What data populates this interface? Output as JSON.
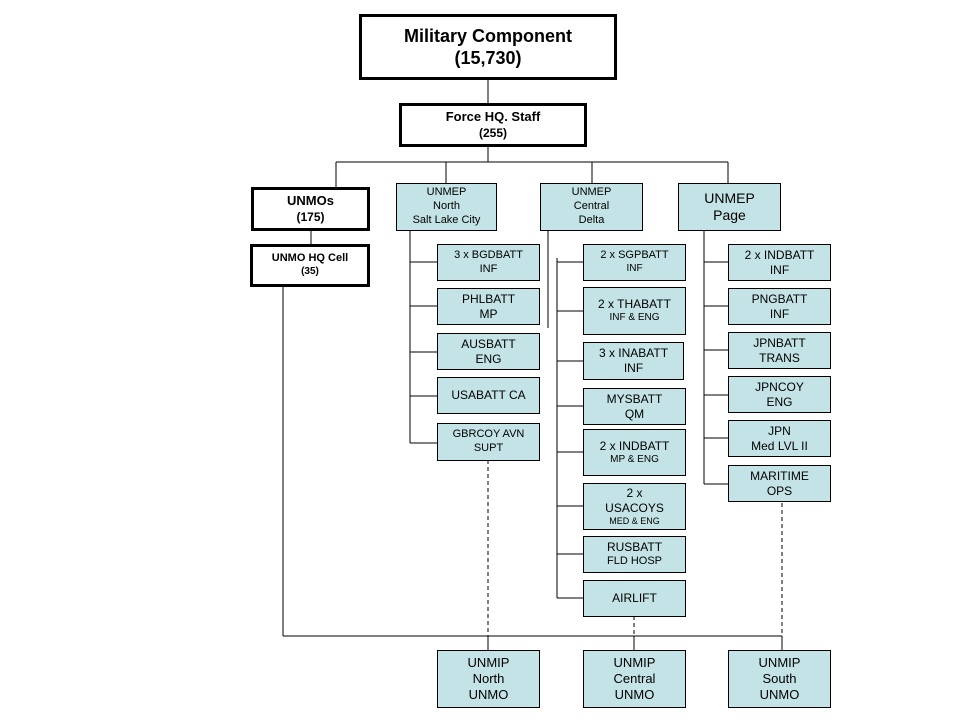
{
  "top": {
    "title": "Military Component",
    "count": "(15,730)"
  },
  "force_hq": {
    "title": "Force HQ. Staff",
    "count": "(255)"
  },
  "unmos": {
    "title": "UNMOs",
    "count": "(175)"
  },
  "unmo_hq_cell": {
    "title": "UNMO HQ Cell",
    "count": "(35)"
  },
  "unmep_north": {
    "lines": [
      "UNMEP",
      "North",
      "Salt Lake  City"
    ]
  },
  "unmep_central": {
    "lines": [
      "UNMEP",
      "Central",
      "Delta"
    ]
  },
  "unmep_page": {
    "lines": [
      "UNMEP",
      "Page"
    ]
  },
  "north_units": [
    {
      "line1": "3 x  BGDBATT",
      "line2": "INF"
    },
    {
      "line1": "PHLBATT",
      "line2": "MP"
    },
    {
      "line1": "AUSBATT",
      "line2": "ENG"
    },
    {
      "line1": "USABATT  CA",
      "line2": ""
    },
    {
      "line1": "GBRCOY  AVN",
      "line2": "SUPT"
    }
  ],
  "central_units": [
    {
      "line1": "2 x SGPBATT",
      "line2": "INF"
    },
    {
      "line1": "2 x THABATT",
      "line2": "INF & ENG"
    },
    {
      "line1": "3 x INABATT",
      "line2": "INF"
    },
    {
      "line1": "MYSBATT",
      "line2": "QM"
    },
    {
      "line1": "2 x INDBATT",
      "line2": "MP & ENG"
    },
    {
      "line1": "2 x",
      "line2": "USACOYS",
      "line3": "MED & ENG"
    },
    {
      "line1": "RUSBATT",
      "line2": "FLD HOSP"
    },
    {
      "line1": "AIRLIFT",
      "line2": ""
    }
  ],
  "page_units": [
    {
      "line1": "2 x INDBATT",
      "line2": "INF"
    },
    {
      "line1": "PNGBATT",
      "line2": "INF"
    },
    {
      "line1": "JPNBATT",
      "line2": "TRANS"
    },
    {
      "line1": "JPNCOY",
      "line2": "ENG"
    },
    {
      "line1": "JPN",
      "line2": "Med LVL II"
    },
    {
      "line1": "MARITIME",
      "line2": "OPS"
    }
  ],
  "unmip": [
    {
      "line1": "UNMIP",
      "line2": "North",
      "line3": "UNMO"
    },
    {
      "line1": "UNMIP",
      "line2": "Central",
      "line3": "UNMO"
    },
    {
      "line1": "UNMIP",
      "line2": "South",
      "line3": "UNMO"
    }
  ],
  "colors": {
    "unit_fill": "#c4e3e6",
    "line": "#000000"
  }
}
